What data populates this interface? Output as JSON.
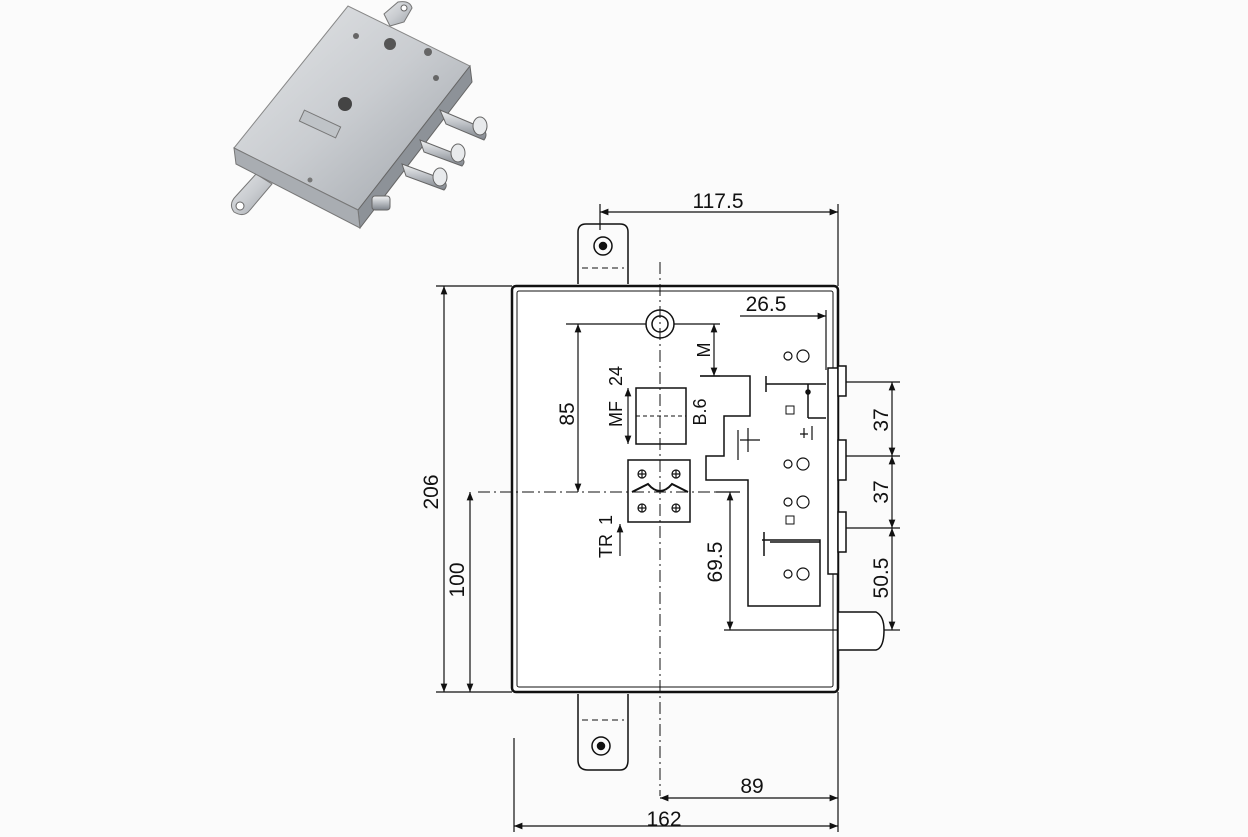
{
  "photo": {
    "name": "lock-product-photo"
  },
  "dimensions": {
    "top_width": "117.5",
    "bolt_offset": "26.5",
    "total_height": "206",
    "lower_height": "100",
    "handle_to_cyl": "85",
    "m_label": "M",
    "mf_label": "MF",
    "b6_label": "B.6",
    "bolt_spacing_1": "37",
    "bolt_spacing_2": "37",
    "bolt_bottom": "50.5",
    "latch_height": "69.5",
    "tr_label": "TR",
    "tr_value": "1",
    "square_size": "24",
    "backset": "89",
    "total_width": "162"
  },
  "colors": {
    "line": "#111111",
    "body": "#ffffff",
    "background": "#fbfbfb"
  }
}
